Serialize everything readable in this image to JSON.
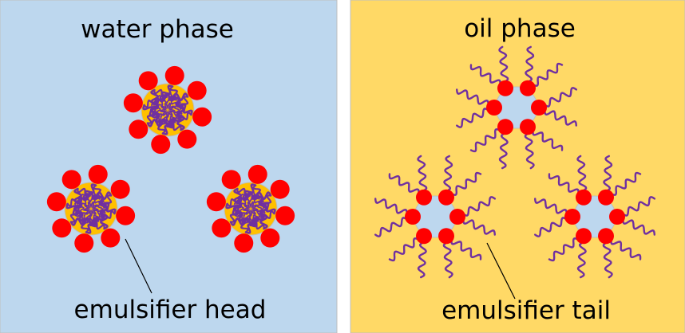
{
  "panels": {
    "water": {
      "title": "water phase",
      "label": "emulsifier head",
      "background": "#BDD7EE"
    },
    "oil": {
      "title": "oil phase",
      "label": "emulsifier tail",
      "background": "#FFD966"
    }
  },
  "colors": {
    "head": "#FF0000",
    "tail": "#7030A0",
    "water_core": "#BDD7EE",
    "oil_core": "#FFC000",
    "outline": "#BFBFBF",
    "leader": "#000000"
  }
}
